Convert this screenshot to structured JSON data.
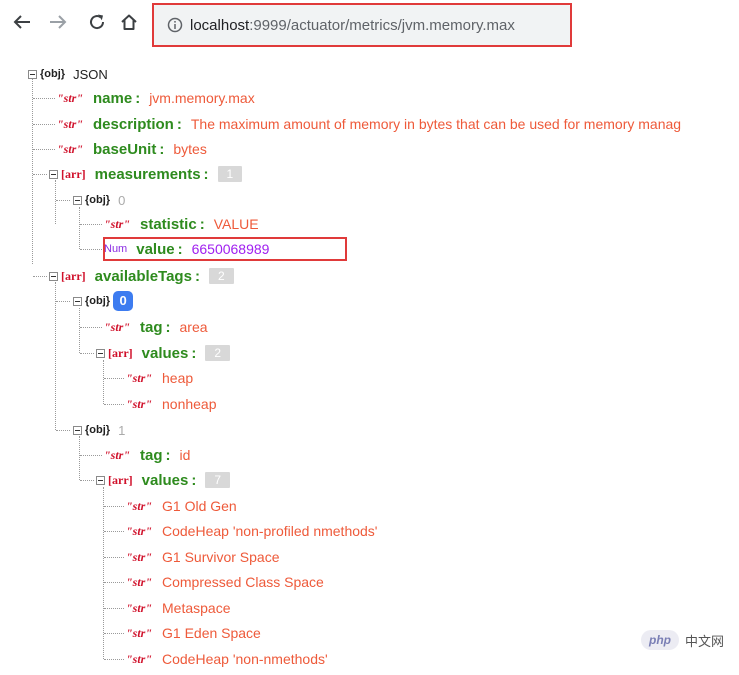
{
  "browser": {
    "back_icon": "back-arrow-icon",
    "forward_icon": "forward-arrow-icon",
    "reload_icon": "reload-icon",
    "home_icon": "home-icon",
    "url_host": "localhost",
    "url_path": ":9999/actuator/metrics/jvm.memory.max"
  },
  "tree": {
    "type_tags": {
      "obj": "{obj}",
      "arr": "[arr]",
      "str": "\"str\"",
      "num": "Num"
    },
    "root_label": "JSON",
    "name": {
      "key": "name",
      "value": "jvm.memory.max"
    },
    "description": {
      "key": "description",
      "value": "The maximum amount of memory in bytes that can be used for memory manag"
    },
    "baseUnit": {
      "key": "baseUnit",
      "value": "bytes"
    },
    "measurements": {
      "key": "measurements",
      "count": "1",
      "items": [
        {
          "index": "0",
          "statistic": {
            "key": "statistic",
            "value": "VALUE"
          },
          "value": {
            "key": "value",
            "value": "6650068989"
          }
        }
      ]
    },
    "availableTags": {
      "key": "availableTags",
      "count": "2",
      "items": [
        {
          "index": "0",
          "tag": {
            "key": "tag",
            "value": "area"
          },
          "values_key": "values",
          "values_count": "2",
          "values": [
            "heap",
            "nonheap"
          ]
        },
        {
          "index": "1",
          "tag": {
            "key": "tag",
            "value": "id"
          },
          "values_key": "values",
          "values_count": "7",
          "values": [
            "G1 Old Gen",
            "CodeHeap 'non-profiled nmethods'",
            "G1 Survivor Space",
            "Compressed Class Space",
            "Metaspace",
            "G1 Eden Space",
            "CodeHeap 'non-nmethods'"
          ]
        }
      ]
    },
    "colon": ":"
  },
  "watermark": {
    "logo": "php",
    "text": "中文网"
  },
  "colors": {
    "key": "#2e8b1e",
    "string_value": "#ee5a3a",
    "number_value": "#a020f0",
    "type_tag": "#d0102a",
    "highlight": "#e03a3a",
    "selected_index": "#3d7cf0"
  }
}
